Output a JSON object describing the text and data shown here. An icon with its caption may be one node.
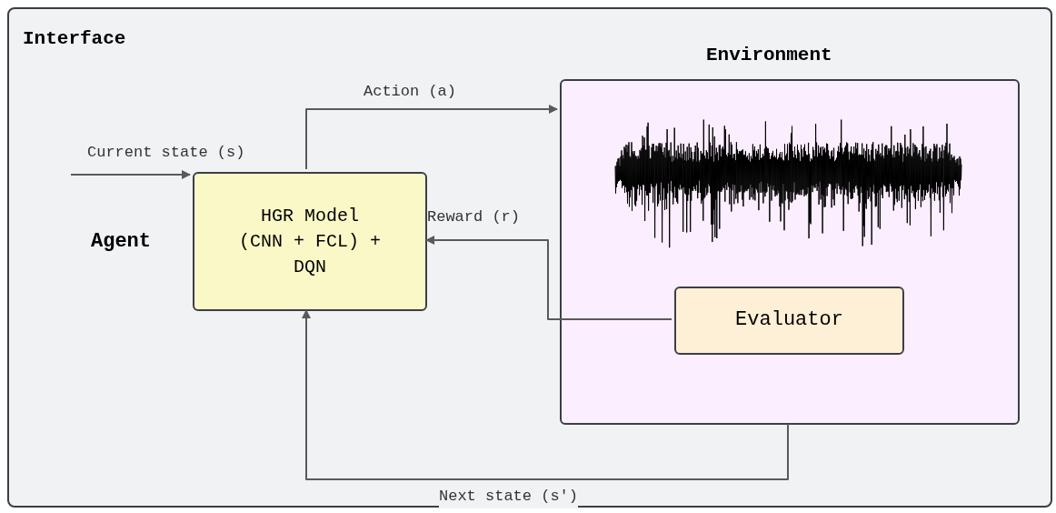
{
  "diagram": {
    "nodes": [
      {
        "text": [
          "Interface"
        ]
      },
      {
        "text": [
          "HGR Model (CNN + FCL) + DQN"
        ],
        "beside": [
          "Agent"
        ],
        "in": 0
      },
      {
        "text": [
          "Environment"
        ],
        "in": 0
      },
      {
        "text": [
          "Evaluator"
        ],
        "in": 2
      }
    ],
    "edges": [
      {
        "from": null,
        "to": 1,
        "arrow": "to",
        "label": "Current state (s)"
      },
      {
        "from": 1,
        "to": 2,
        "arrow": "to",
        "label": "Action (a)"
      },
      {
        "from": 3,
        "to": 1,
        "arrow": "to",
        "label": "Reward (r)"
      },
      {
        "from": 2,
        "to": 1,
        "arrow": "to",
        "label": "Next state (s')"
      }
    ]
  }
}
